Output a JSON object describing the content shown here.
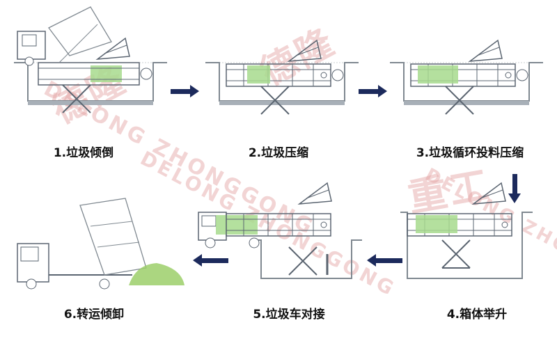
{
  "steps": [
    {
      "num": "1.",
      "label": "垃圾倾倒"
    },
    {
      "num": "2.",
      "label": "垃圾压缩"
    },
    {
      "num": "3.",
      "label": "垃圾循环投料压缩"
    },
    {
      "num": "4.",
      "label": "箱体举升"
    },
    {
      "num": "5.",
      "label": "垃圾车对接"
    },
    {
      "num": "6.",
      "label": "转运倾卸"
    }
  ],
  "watermark": {
    "brand_cn": "德隆",
    "brand_en": "DELONG ZHONGGONG",
    "extra": "重工"
  },
  "colors": {
    "line": "#5a6470",
    "chamber": "#a7db8d",
    "pit": "#a8b0b8",
    "arrow": "#1c2a5c",
    "pile": "#9ccf6a",
    "watermark": "#e3a1a1"
  }
}
